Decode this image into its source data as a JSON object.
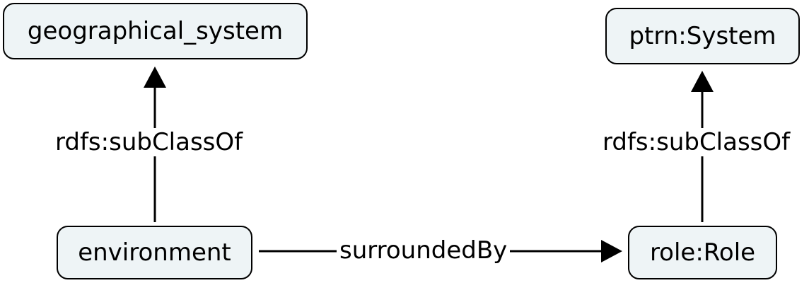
{
  "nodes": {
    "geographical_system": "geographical_system",
    "ptrn_system": "ptrn:System",
    "environment": "environment",
    "role": "role:Role"
  },
  "edges": {
    "environment_to_geo": "rdfs:subClassOf",
    "role_to_ptrn": "rdfs:subClassOf",
    "environment_to_role": "surroundedBy"
  },
  "colors": {
    "node_fill": "#eef4f6",
    "stroke": "#000000",
    "background": "#ffffff"
  }
}
